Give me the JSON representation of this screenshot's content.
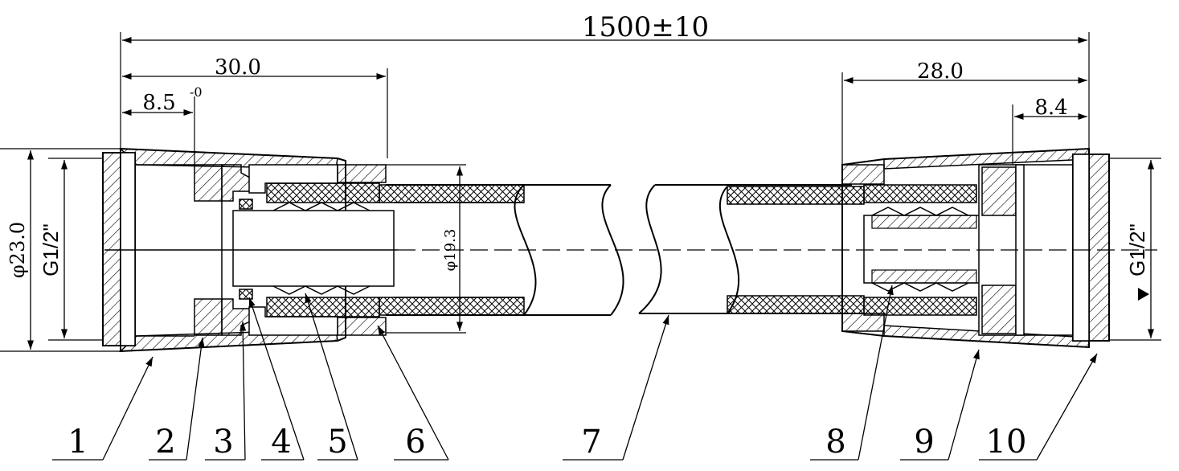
{
  "dimensions": {
    "overall_length": "1500±10",
    "left_fitting_length": "30.0",
    "left_thread_length": "8.5",
    "left_thread_tolerance": "-0",
    "right_fitting_length": "28.0",
    "right_thread_length": "8.4",
    "outer_diameter": "φ23.0",
    "hose_diameter": "φ19.3",
    "left_thread": "G1/2\"",
    "right_thread": "G1/2\""
  },
  "part_labels": [
    "1",
    "2",
    "3",
    "4",
    "5",
    "6",
    "7",
    "8",
    "9",
    "10"
  ],
  "colors": {
    "line": "#000000",
    "background": "#ffffff"
  }
}
